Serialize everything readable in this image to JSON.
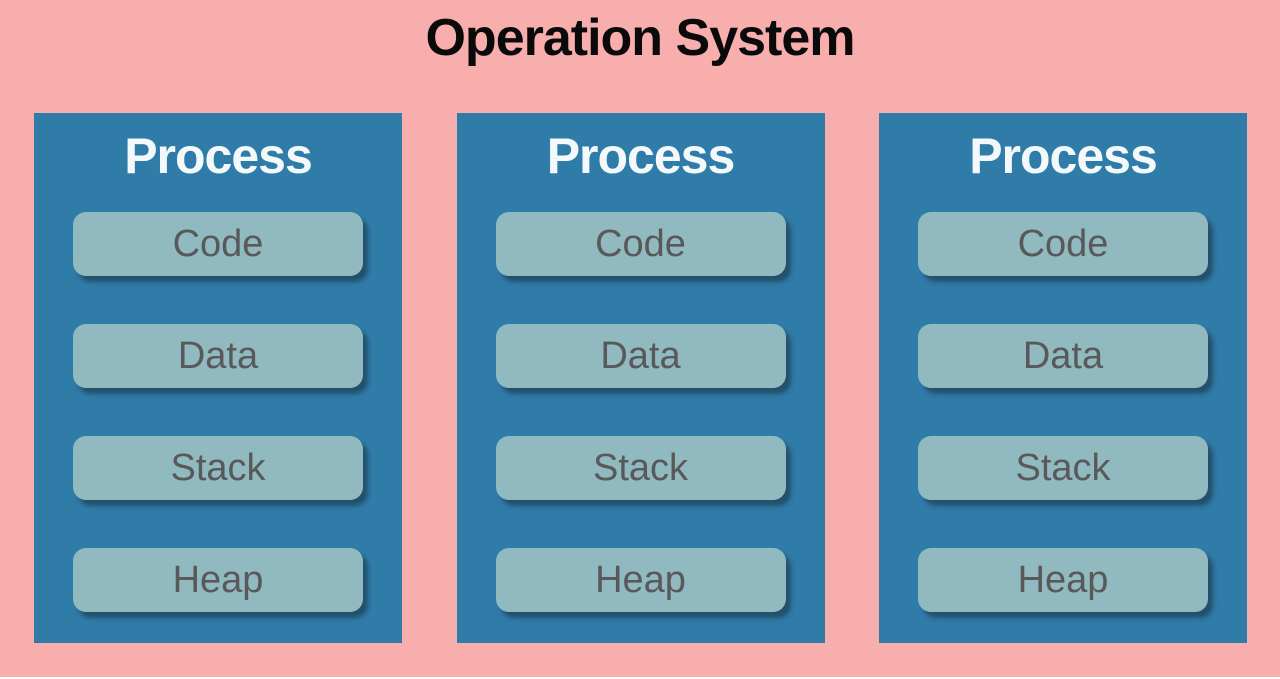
{
  "title": "Operation System",
  "colors": {
    "background": "#F9AEAE",
    "process_box": "#307CA9",
    "process_title_text": "#F3F8FA",
    "segment_box": "#90BAC0",
    "segment_text": "#595959",
    "segment_shadow": "rgba(23,44,60,0.55)",
    "title_text": "#0A0A0A"
  },
  "processes": [
    {
      "title": "Process",
      "segments": [
        "Code",
        "Data",
        "Stack",
        "Heap"
      ]
    },
    {
      "title": "Process",
      "segments": [
        "Code",
        "Data",
        "Stack",
        "Heap"
      ]
    },
    {
      "title": "Process",
      "segments": [
        "Code",
        "Data",
        "Stack",
        "Heap"
      ]
    }
  ]
}
